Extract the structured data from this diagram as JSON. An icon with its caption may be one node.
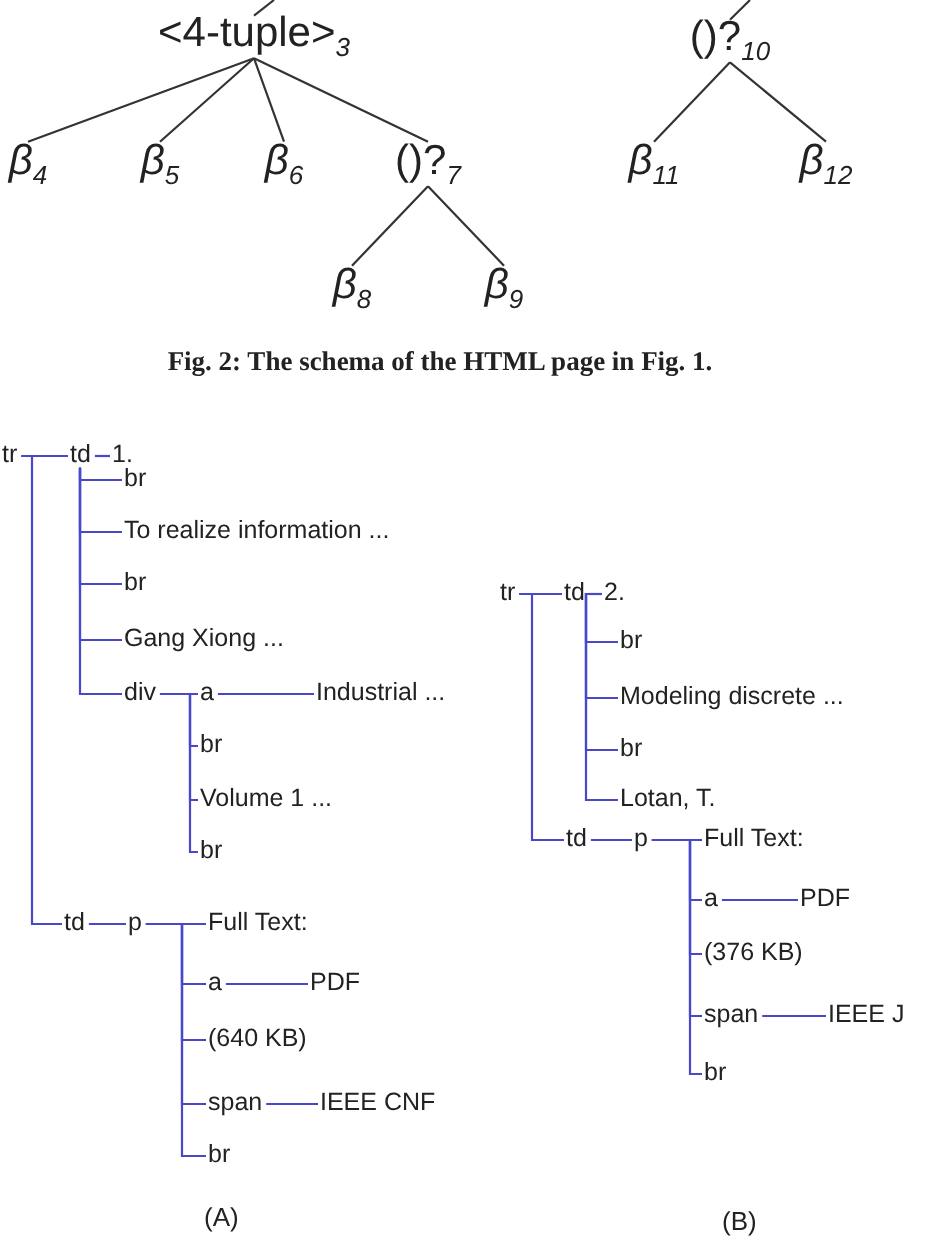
{
  "diagram": {
    "caption": "Fig. 2: The schema of the HTML page in Fig. 1.",
    "nodes": [
      {
        "text": [
          "<4-tuple>$_{3}$"
        ]
      },
      {
        "text": [
          "()?$_{10}$"
        ]
      },
      {
        "text": [
          "β$_{4}$"
        ]
      },
      {
        "text": [
          "β$_{5}$"
        ]
      },
      {
        "text": [
          "β$_{6}$"
        ]
      },
      {
        "text": [
          "()?$_{7}$"
        ]
      },
      {
        "text": [
          "β$_{11}$"
        ]
      },
      {
        "text": [
          "β$_{12}$"
        ]
      },
      {
        "text": [
          "β$_{8}$"
        ]
      },
      {
        "text": [
          "β$_{9}$"
        ]
      },
      {
        "text": [
          "tr"
        ]
      },
      {
        "text": [
          "td"
        ]
      },
      {
        "text": [
          "1."
        ]
      },
      {
        "text": [
          "br"
        ]
      },
      {
        "text": [
          "To realize information ..."
        ]
      },
      {
        "text": [
          "br"
        ]
      },
      {
        "text": [
          "Gang Xiong ..."
        ]
      },
      {
        "text": [
          "div"
        ]
      },
      {
        "text": [
          "a"
        ]
      },
      {
        "text": [
          "Industrial ..."
        ]
      },
      {
        "text": [
          "br"
        ]
      },
      {
        "text": [
          "Volume 1 ..."
        ]
      },
      {
        "text": [
          "br"
        ]
      },
      {
        "text": [
          "td"
        ]
      },
      {
        "text": [
          "p"
        ]
      },
      {
        "text": [
          "Full Text:"
        ]
      },
      {
        "text": [
          "a"
        ]
      },
      {
        "text": [
          "PDF"
        ]
      },
      {
        "text": [
          "(640 KB)"
        ]
      },
      {
        "text": [
          "span"
        ]
      },
      {
        "text": [
          "IEEE CNF"
        ]
      },
      {
        "text": [
          "br"
        ]
      },
      {
        "text": [
          "tr"
        ]
      },
      {
        "text": [
          "td"
        ]
      },
      {
        "text": [
          "2."
        ]
      },
      {
        "text": [
          "br"
        ]
      },
      {
        "text": [
          "Modeling discrete ..."
        ]
      },
      {
        "text": [
          "br"
        ]
      },
      {
        "text": [
          "Lotan, T."
        ]
      },
      {
        "text": [
          "td"
        ]
      },
      {
        "text": [
          "p"
        ]
      },
      {
        "text": [
          "Full Text:"
        ]
      },
      {
        "text": [
          "a"
        ]
      },
      {
        "text": [
          "PDF"
        ]
      },
      {
        "text": [
          "(376 KB)"
        ]
      },
      {
        "text": [
          "span"
        ]
      },
      {
        "text": [
          "IEEE J"
        ]
      },
      {
        "text": [
          "br"
        ]
      }
    ],
    "edges": [
      {
        "from": null,
        "to": 0,
        "arrow": "none",
        "color": "#333333"
      },
      {
        "from": null,
        "to": 1,
        "arrow": "none",
        "color": "#333333"
      },
      {
        "from": 0,
        "to": 2,
        "arrow": "none",
        "color": "#333333"
      },
      {
        "from": 0,
        "to": 3,
        "arrow": "none",
        "color": "#333333"
      },
      {
        "from": 0,
        "to": 4,
        "arrow": "none",
        "color": "#333333"
      },
      {
        "from": 0,
        "to": 5,
        "arrow": "none",
        "color": "#333333"
      },
      {
        "from": 1,
        "to": 6,
        "arrow": "none",
        "color": "#333333"
      },
      {
        "from": 1,
        "to": 7,
        "arrow": "none",
        "color": "#333333"
      },
      {
        "from": 5,
        "to": 8,
        "arrow": "none",
        "color": "#333333"
      },
      {
        "from": 5,
        "to": 9,
        "arrow": "none",
        "color": "#333333"
      },
      {
        "from": 10,
        "to": 11,
        "arrow": "none"
      },
      {
        "from": 10,
        "to": 23,
        "arrow": "none"
      },
      {
        "from": 11,
        "to": 12,
        "arrow": "none"
      },
      {
        "from": 11,
        "to": 13,
        "arrow": "none"
      },
      {
        "from": 11,
        "to": 14,
        "arrow": "none"
      },
      {
        "from": 11,
        "to": 15,
        "arrow": "none"
      },
      {
        "from": 11,
        "to": 16,
        "arrow": "none"
      },
      {
        "from": 11,
        "to": 17,
        "arrow": "none"
      },
      {
        "from": 17,
        "to": 18,
        "arrow": "none"
      },
      {
        "from": 17,
        "to": 20,
        "arrow": "none"
      },
      {
        "from": 17,
        "to": 21,
        "arrow": "none"
      },
      {
        "from": 17,
        "to": 22,
        "arrow": "none"
      },
      {
        "from": 18,
        "to": 19,
        "arrow": "none"
      },
      {
        "from": 23,
        "to": 24,
        "arrow": "none"
      },
      {
        "from": 24,
        "to": 25,
        "arrow": "none"
      },
      {
        "from": 24,
        "to": 26,
        "arrow": "none"
      },
      {
        "from": 24,
        "to": 28,
        "arrow": "none"
      },
      {
        "from": 24,
        "to": 29,
        "arrow": "none"
      },
      {
        "from": 24,
        "to": 31,
        "arrow": "none"
      },
      {
        "from": 26,
        "to": 27,
        "arrow": "none"
      },
      {
        "from": 29,
        "to": 30,
        "arrow": "none"
      },
      {
        "from": 32,
        "to": 33,
        "arrow": "none"
      },
      {
        "from": 32,
        "to": 39,
        "arrow": "none"
      },
      {
        "from": 33,
        "to": 34,
        "arrow": "none"
      },
      {
        "from": 33,
        "to": 35,
        "arrow": "none"
      },
      {
        "from": 33,
        "to": 36,
        "arrow": "none"
      },
      {
        "from": 33,
        "to": 37,
        "arrow": "none"
      },
      {
        "from": 33,
        "to": 38,
        "arrow": "none"
      },
      {
        "from": 39,
        "to": 40,
        "arrow": "none"
      },
      {
        "from": 40,
        "to": 41,
        "arrow": "none"
      },
      {
        "from": 40,
        "to": 42,
        "arrow": "none"
      },
      {
        "from": 40,
        "to": 44,
        "arrow": "none"
      },
      {
        "from": 40,
        "to": 45,
        "arrow": "none"
      },
      {
        "from": 40,
        "to": 47,
        "arrow": "none"
      },
      {
        "from": 42,
        "to": 43,
        "arrow": "none"
      },
      {
        "from": 45,
        "to": 46,
        "arrow": "none"
      }
    ],
    "labels": [
      "(A)",
      "(B)"
    ]
  }
}
